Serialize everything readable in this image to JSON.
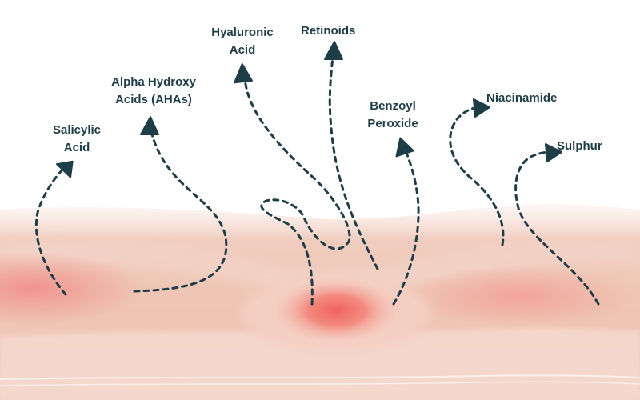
{
  "diagram": {
    "colors": {
      "arrow": "#1f3d47",
      "skin_top": "#f6ddd3",
      "skin_mid": "#eec6b6",
      "skin_deep": "#e9b8a6",
      "blemish": "#f06e6a",
      "line": "#fbeee9"
    },
    "ingredients": [
      {
        "id": "salicylic",
        "label_lines": [
          "Salicylic",
          "Acid"
        ]
      },
      {
        "id": "aha",
        "label_lines": [
          "Alpha Hydroxy",
          "Acids (AHAs)"
        ]
      },
      {
        "id": "hyaluronic",
        "label_lines": [
          "Hyaluronic",
          "Acid"
        ]
      },
      {
        "id": "retinoids",
        "label_lines": [
          "Retinoids"
        ]
      },
      {
        "id": "benzoyl",
        "label_lines": [
          "Benzoyl",
          "Peroxide"
        ]
      },
      {
        "id": "niacinamide",
        "label_lines": [
          "Niacinamide"
        ]
      },
      {
        "id": "sulphur",
        "label_lines": [
          "Sulphur"
        ]
      }
    ]
  }
}
